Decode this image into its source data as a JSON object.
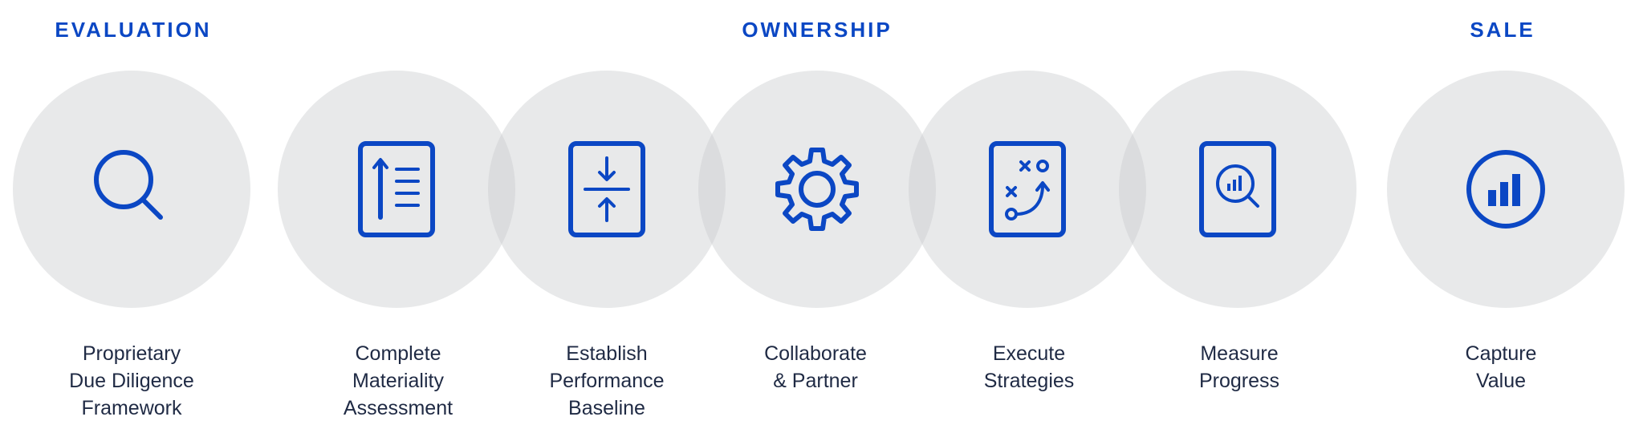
{
  "phases": [
    {
      "label": "EVALUATION"
    },
    {
      "label": "OWNERSHIP"
    },
    {
      "label": "SALE"
    }
  ],
  "colors": {
    "accent": "#0b47c4",
    "circle": "#e4e5e7",
    "text": "#1f2a44"
  },
  "steps": [
    {
      "icon": "search-icon",
      "lines": [
        "Proprietary",
        "Due Diligence",
        "Framework"
      ]
    },
    {
      "icon": "document-list-icon",
      "lines": [
        "Complete",
        "Materiality",
        "Assessment"
      ]
    },
    {
      "icon": "baseline-compress-icon",
      "lines": [
        "Establish",
        "Performance",
        "Baseline"
      ]
    },
    {
      "icon": "gear-icon",
      "lines": [
        "Collaborate",
        "& Partner"
      ]
    },
    {
      "icon": "strategy-playbook-icon",
      "lines": [
        "Execute",
        "Strategies"
      ]
    },
    {
      "icon": "report-magnify-icon",
      "lines": [
        "Measure",
        "Progress"
      ]
    },
    {
      "icon": "chart-circle-icon",
      "lines": [
        "Capture",
        "Value"
      ]
    }
  ]
}
